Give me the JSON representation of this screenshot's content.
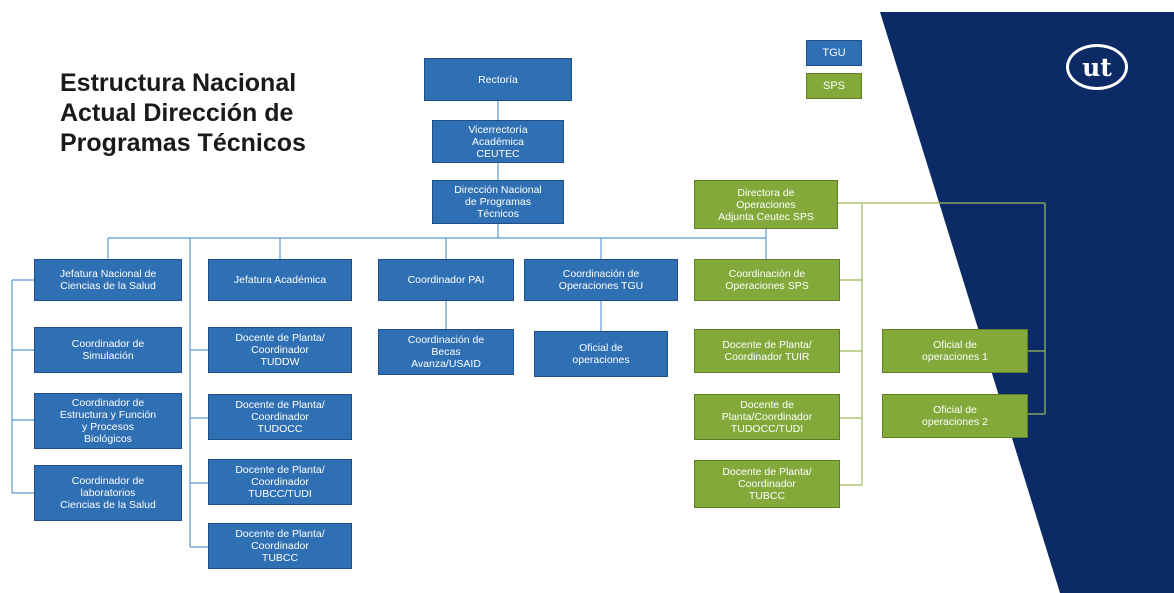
{
  "title_lines": [
    "Estructura Nacional",
    "Actual Dirección de",
    "Programas Técnicos"
  ],
  "legend": {
    "tgu": "TGU",
    "sps": "SPS"
  },
  "logo_text": "ut",
  "colors": {
    "tgu": "#2f6fb3",
    "sps": "#82a93a",
    "navy": "#0c2b66"
  },
  "nodes": {
    "rectoria": "Rectoría",
    "vicerrectoria": [
      "Vicerrectoría",
      "Académica",
      "CEUTEC"
    ],
    "direccion": [
      "Dirección Nacional",
      "de Programas",
      "Técnicos"
    ],
    "directora_sps": [
      "Directora de",
      "Operaciones",
      "Adjunta Ceutec SPS"
    ],
    "jefatura_salud": [
      "Jefatura Nacional de",
      "Ciencias de la Salud"
    ],
    "jefatura_academica": "Jefatura Académica",
    "coordinador_pai": "Coordinador PAI",
    "coord_oper_tgu": [
      "Coordinación de",
      "Operaciones TGU"
    ],
    "coord_oper_sps": [
      "Coordinación de",
      "Operaciones SPS"
    ],
    "coord_simulacion": [
      "Coordinador de",
      "Simulación"
    ],
    "coord_estructura": [
      "Coordinador de",
      "Estructura y Función",
      "y Procesos",
      "Biológicos"
    ],
    "coord_laboratorios": [
      "Coordinador de",
      "laboratorios",
      "Ciencias de la Salud"
    ],
    "docente_tuddw": [
      "Docente de Planta/",
      "Coordinador",
      "TUDDW"
    ],
    "docente_tudocc": [
      "Docente de Planta/",
      "Coordinador",
      "TUDOCC"
    ],
    "docente_tubcc_tudi": [
      "Docente de Planta/",
      "Coordinador",
      "TUBCC/TUDI"
    ],
    "docente_tubcc": [
      "Docente de Planta/",
      "Coordinador",
      "TUBCC"
    ],
    "coord_becas": [
      "Coordinación de",
      "Becas",
      "Avanza/USAID"
    ],
    "oficial_operaciones": [
      "Oficial de",
      "operaciones"
    ],
    "docente_tuir": [
      "Docente de Planta/",
      "Coordinador TUIR"
    ],
    "docente_sps_tudocc": [
      "Docente de",
      "Planta/Coordinador",
      "TUDOCC/TUDI"
    ],
    "docente_sps_tubcc": [
      "Docente de Planta/",
      "Coordinador",
      "TUBCC"
    ],
    "oficial_1": [
      "Oficial de",
      "operaciones 1"
    ],
    "oficial_2": [
      "Oficial de",
      "operaciones 2"
    ]
  }
}
